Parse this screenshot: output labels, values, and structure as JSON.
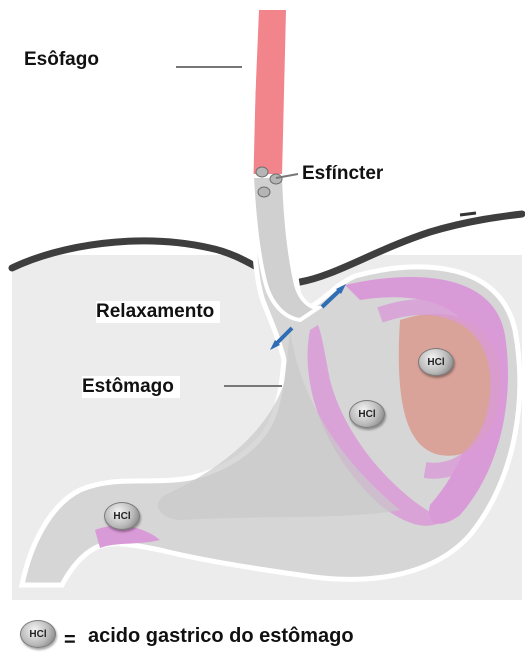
{
  "labels": {
    "esophagus": "Esôfago",
    "sphincter": "Esfíncter",
    "relaxation": "Relaxamento",
    "stomach": "Estômago"
  },
  "hcl_badge": "HCl",
  "legend": {
    "equals": "=",
    "text": "acido gastrico do estômago"
  },
  "colors": {
    "esophagus_pink": "#f2848c",
    "stomach_gray": "#d6d6d6",
    "mucosa_pink": "#d99ad8",
    "inner_salmon": "#d9a39a",
    "diaphragm": "#3e3e3e",
    "arrow_blue": "#2f6db5"
  }
}
